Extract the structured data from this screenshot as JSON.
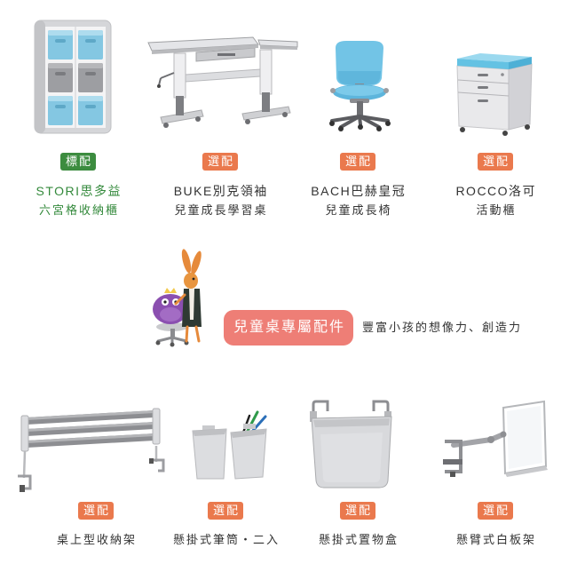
{
  "colors": {
    "standard_badge": "#3c8c3f",
    "optional_badge": "#ea794d",
    "accessory_pill": "#ee7e76",
    "standard_text": "#33893b",
    "body_text": "#333333"
  },
  "products": [
    {
      "image": "bookshelf-image",
      "badge": "標配",
      "name": "STORI思多益",
      "description": "六宮格收納櫃"
    },
    {
      "image": "desk-image",
      "badge": "選配",
      "name": "BUKE別克領袖",
      "description": "兒童成長學習桌"
    },
    {
      "image": "chair-image",
      "badge": "選配",
      "name": "BACH巴赫皇冠",
      "description": "兒童成長椅"
    },
    {
      "image": "cabinet-image",
      "badge": "選配",
      "name": "ROCCO洛可",
      "description": "活動櫃"
    }
  ],
  "accessories_section": {
    "mascot_image": "rabbit-mascot-image",
    "title": "兒童桌專屬配件",
    "tagline": "豐富小孩的想像力、創造力"
  },
  "accessories": [
    {
      "image": "desktop-rack-image",
      "badge": "選配",
      "name": "桌上型收納架"
    },
    {
      "image": "pen-holder-image",
      "badge": "選配",
      "name": "懸掛式筆筒・二入"
    },
    {
      "image": "hanging-box-image",
      "badge": "選配",
      "name": "懸掛式置物盒"
    },
    {
      "image": "whiteboard-arm-image",
      "badge": "選配",
      "name": "懸臂式白板架"
    }
  ]
}
